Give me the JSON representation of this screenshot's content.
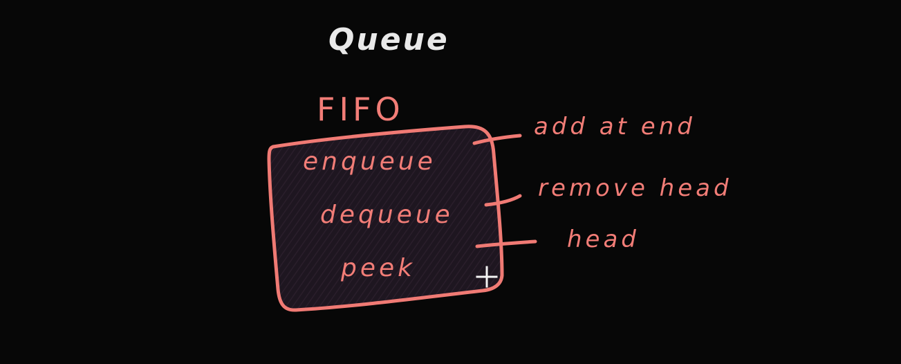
{
  "diagram": {
    "title": "Queue",
    "subtitle": "FIFO",
    "operations": [
      {
        "label": "enqueue",
        "note": "add at end"
      },
      {
        "label": "dequeue",
        "note": "remove head"
      },
      {
        "label": "peek",
        "note": "head"
      }
    ]
  },
  "colors": {
    "background": "#070707",
    "title": "#e9e9e9",
    "ink": "#f27d77",
    "box_fill": "#1f1620"
  },
  "icons": {
    "cursor": "crosshair-cursor-icon"
  }
}
